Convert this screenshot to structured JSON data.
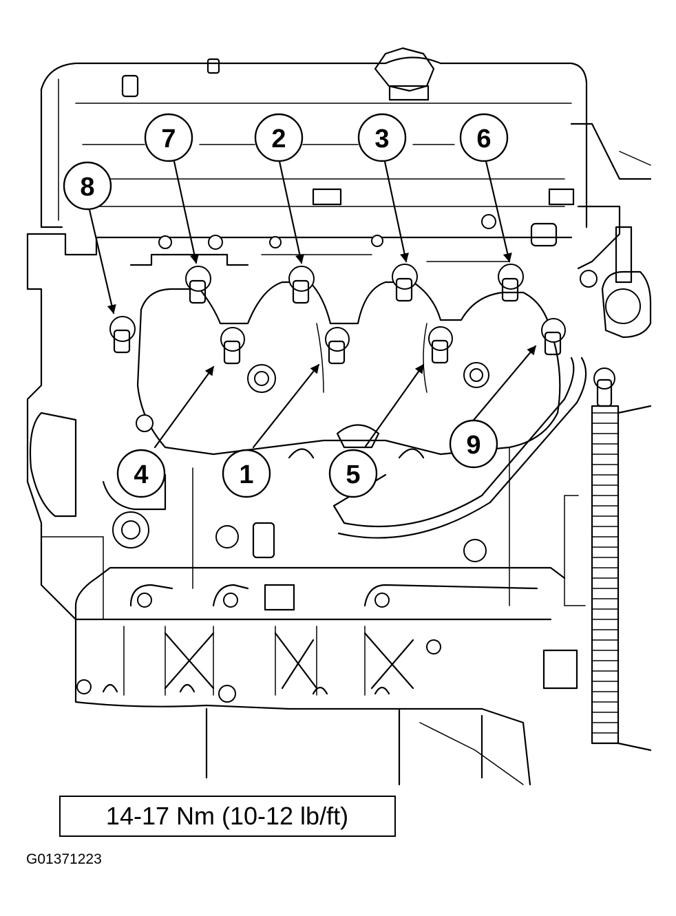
{
  "torque_spec": "14-17 Nm (10-12 lb/ft)",
  "figure_id": "G01371223",
  "callouts": [
    {
      "label": "7"
    },
    {
      "label": "2"
    },
    {
      "label": "3"
    },
    {
      "label": "6"
    },
    {
      "label": "8"
    },
    {
      "label": "4"
    },
    {
      "label": "1"
    },
    {
      "label": "5"
    },
    {
      "label": "9"
    }
  ]
}
